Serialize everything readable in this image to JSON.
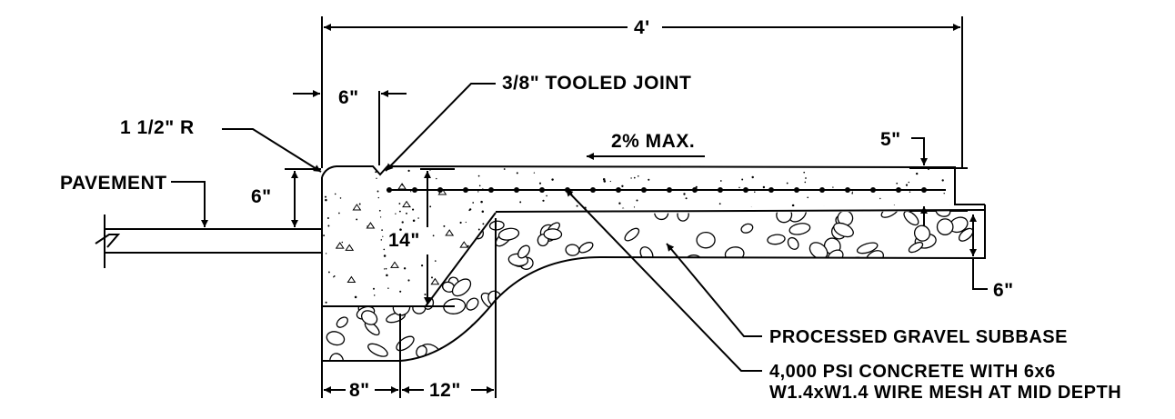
{
  "labels": {
    "overall_width": "4'",
    "top_width": "6\"",
    "tooled_joint": "3/8\" TOOLED JOINT",
    "radius": "1 1/2\" R",
    "slope": "2% MAX.",
    "end_thickness": "5\"",
    "pavement": "PAVEMENT",
    "curb_reveal": "6\"",
    "curb_depth": "14\"",
    "subbase_depth": "6\"",
    "gravel_subbase": "PROCESSED GRAVEL SUBBASE",
    "concrete_line1": "4,000 PSI CONCRETE WITH 6x6",
    "concrete_line2": "W1.4xW1.4 WIRE MESH AT MID DEPTH",
    "bottom_width": "8\"",
    "transition_width": "12\""
  },
  "colors": {
    "line": "#000000",
    "background": "#ffffff"
  }
}
